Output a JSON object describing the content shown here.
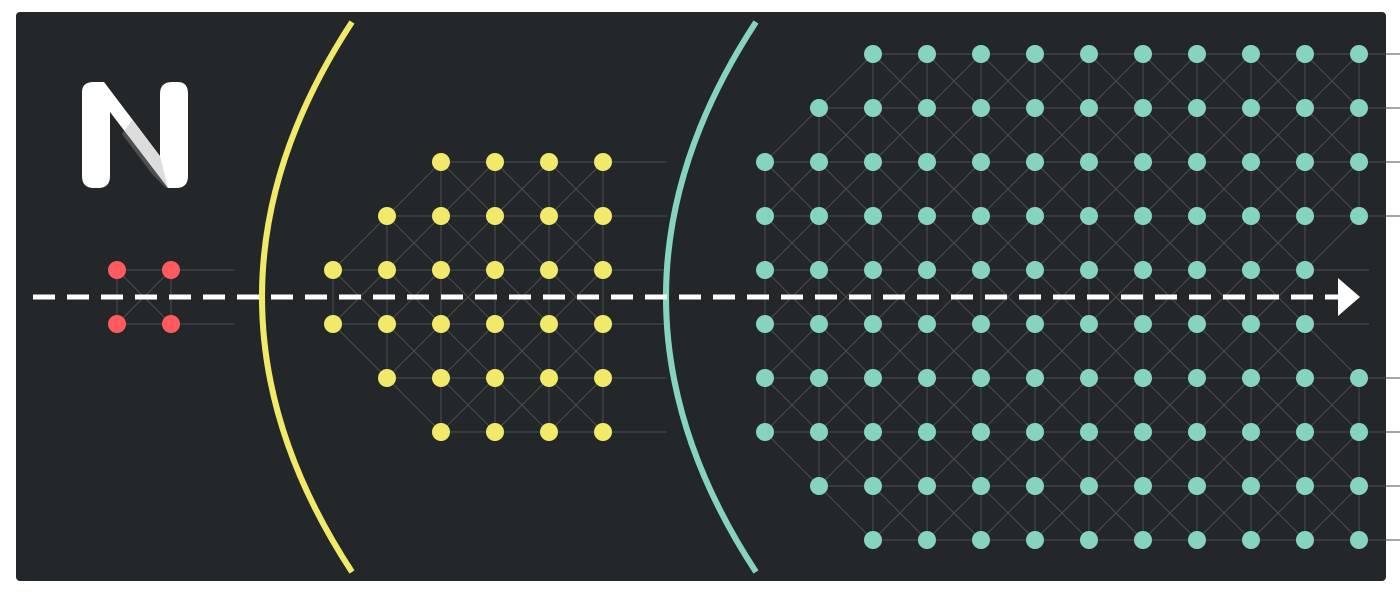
{
  "logo": {
    "name": "near-logo",
    "color": "#ffffff"
  },
  "colors": {
    "background": "#24272a",
    "grid": "#4a4e52",
    "arrow": "#ffffff",
    "stage_1": "#ff5a5f",
    "stage_2": "#f0e96a",
    "stage_3": "#86d4bd"
  },
  "stages": [
    {
      "name": "stage-1-shards",
      "color_key": "stage_1",
      "rows": [
        {
          "row": 4,
          "cols": [
            1,
            2
          ]
        },
        {
          "row": 5,
          "cols": [
            1,
            2
          ]
        }
      ]
    },
    {
      "name": "stage-2-shards",
      "color_key": "stage_2",
      "rows": [
        {
          "row": 2,
          "cols": [
            7,
            8,
            9,
            10
          ]
        },
        {
          "row": 3,
          "cols": [
            6,
            7,
            8,
            9,
            10
          ]
        },
        {
          "row": 4,
          "cols": [
            5,
            6,
            7,
            8,
            9,
            10
          ]
        },
        {
          "row": 5,
          "cols": [
            5,
            6,
            7,
            8,
            9,
            10
          ]
        },
        {
          "row": 6,
          "cols": [
            6,
            7,
            8,
            9,
            10
          ]
        },
        {
          "row": 7,
          "cols": [
            7,
            8,
            9,
            10
          ]
        }
      ]
    },
    {
      "name": "stage-3-shards",
      "color_key": "stage_3",
      "rows": [
        {
          "row": 0,
          "cols": [
            15,
            16,
            17,
            18,
            19,
            20,
            21,
            22,
            23,
            24
          ]
        },
        {
          "row": 1,
          "cols": [
            14,
            15,
            16,
            17,
            18,
            19,
            20,
            21,
            22,
            23,
            24
          ]
        },
        {
          "row": 2,
          "cols": [
            13,
            14,
            15,
            16,
            17,
            18,
            19,
            20,
            21,
            22,
            23,
            24
          ]
        },
        {
          "row": 3,
          "cols": [
            13,
            14,
            15,
            16,
            17,
            18,
            19,
            20,
            21,
            22,
            23,
            24
          ]
        },
        {
          "row": 4,
          "cols": [
            13,
            14,
            15,
            16,
            17,
            18,
            19,
            20,
            21,
            22,
            23
          ]
        },
        {
          "row": 5,
          "cols": [
            13,
            14,
            15,
            16,
            17,
            18,
            19,
            20,
            21,
            22,
            23
          ]
        },
        {
          "row": 6,
          "cols": [
            13,
            14,
            15,
            16,
            17,
            18,
            19,
            20,
            21,
            22,
            23,
            24
          ]
        },
        {
          "row": 7,
          "cols": [
            13,
            14,
            15,
            16,
            17,
            18,
            19,
            20,
            21,
            22,
            23,
            24
          ]
        },
        {
          "row": 8,
          "cols": [
            14,
            15,
            16,
            17,
            18,
            19,
            20,
            21,
            22,
            23,
            24
          ]
        },
        {
          "row": 9,
          "cols": [
            15,
            16,
            17,
            18,
            19,
            20,
            21,
            22,
            23,
            24
          ]
        }
      ]
    }
  ],
  "dividers": [
    {
      "name": "stage-2-boundary-arc",
      "color_key": "stage_2"
    },
    {
      "name": "stage-3-boundary-arc",
      "color_key": "stage_3"
    }
  ],
  "timeline_arrow": {
    "name": "timeline-arrow",
    "style": "dashed"
  }
}
